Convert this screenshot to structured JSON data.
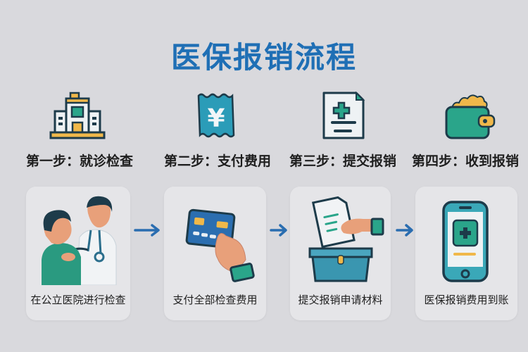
{
  "title": "医保报销流程",
  "colors": {
    "title_blue": "#1f6fb5",
    "arrow_blue": "#2a6db0",
    "teal": "#2aa58a",
    "dark_outline": "#1d3b4a",
    "yellow": "#f0b84a",
    "background": "#d9d9dd",
    "card": "#e5e5e8"
  },
  "steps": [
    {
      "label": "第一步：就诊检查",
      "icon": "hospital-building-icon",
      "illustration": "doctor-patient-stethoscope",
      "caption": "在公立医院进行检查"
    },
    {
      "label": "第二步：支付费用",
      "icon": "yen-ticket-icon",
      "illustration": "hand-holding-bank-card",
      "caption": "支付全部检查费用"
    },
    {
      "label": "第三步：提交报销",
      "icon": "medical-document-icon",
      "illustration": "hand-submitting-document-into-box",
      "caption": "提交报销申请材料"
    },
    {
      "label": "第四步：收到报销",
      "icon": "wallet-icon",
      "illustration": "smartphone-medical-payment",
      "caption": "医保报销费用到账"
    }
  ],
  "arrows": [
    "right-arrow",
    "right-arrow",
    "right-arrow"
  ]
}
